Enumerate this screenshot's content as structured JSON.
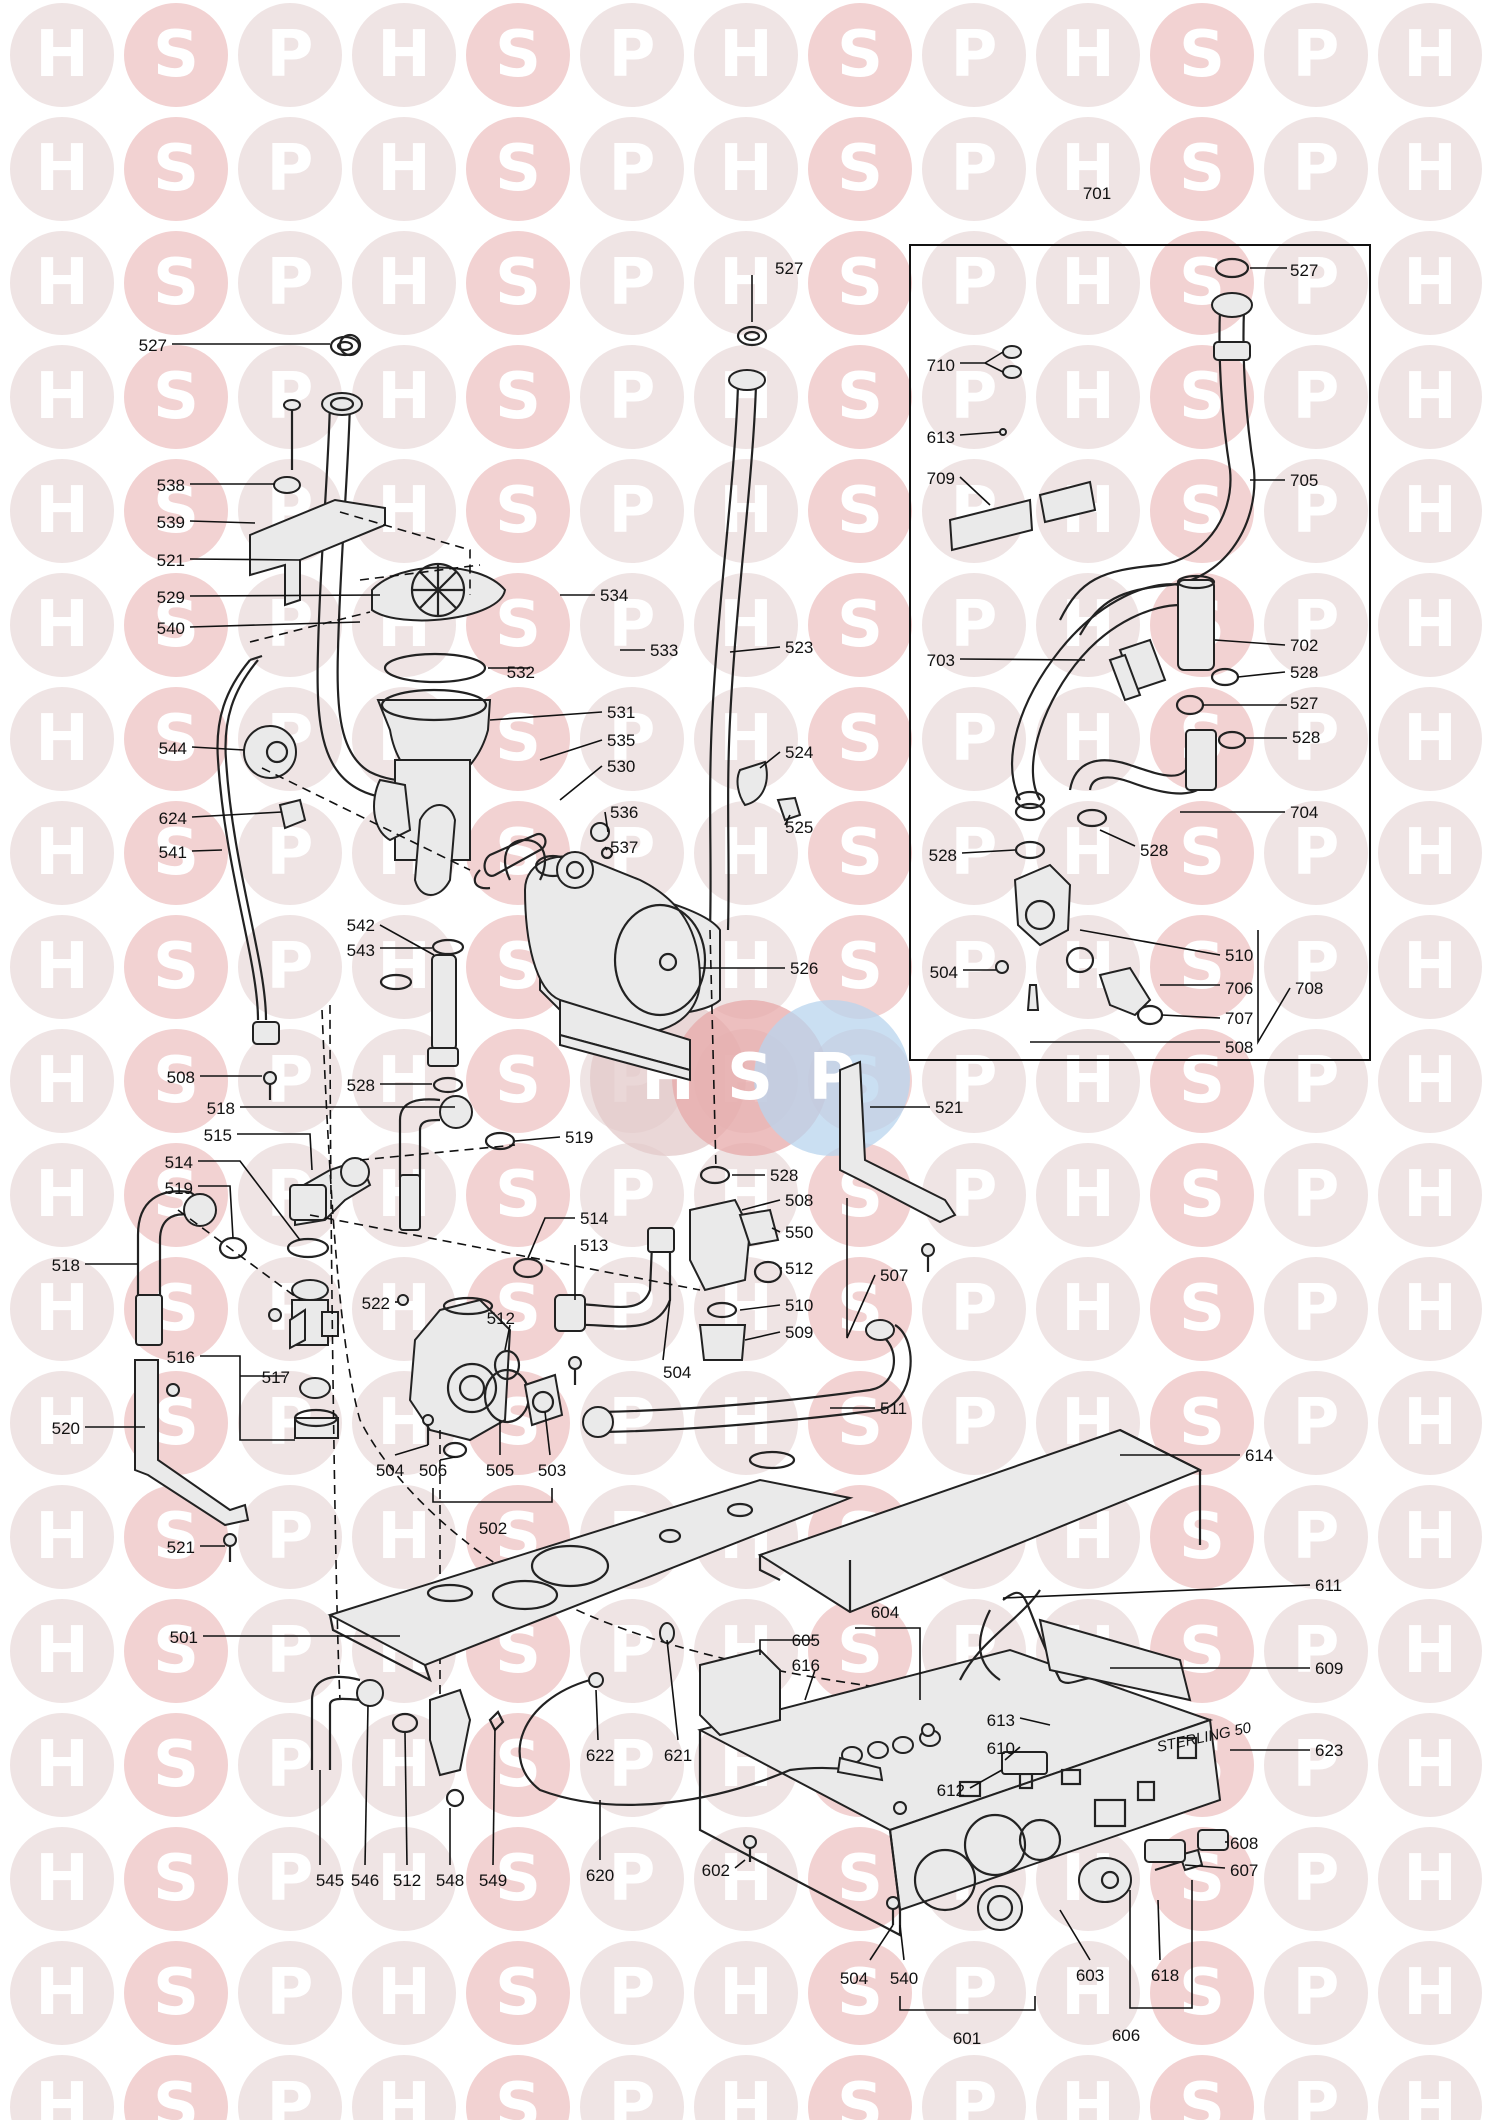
{
  "watermark": {
    "letters": [
      "H",
      "S",
      "P"
    ],
    "colors": {
      "H": "#efe4e4",
      "S": "#f2d2d2",
      "P": "#efe4e4"
    },
    "center_colors": {
      "H": "#e3c9c9",
      "S": "#e7a9a9",
      "P": "#b8d4ee"
    }
  },
  "assembly": {
    "code": "701",
    "appliance_brand": "STERLING 50"
  },
  "labels": {
    "l501": "501",
    "l502": "502",
    "l503": "503",
    "l504a": "504",
    "l504b": "504",
    "l504c": "504",
    "l504d": "504",
    "l505": "505",
    "l506": "506",
    "l507": "507",
    "l508a": "508",
    "l508b": "508",
    "l508c": "508",
    "l509": "509",
    "l510a": "510",
    "l510b": "510",
    "l511": "511",
    "l512a": "512",
    "l512b": "512",
    "l512c": "512",
    "l513": "513",
    "l514a": "514",
    "l514b": "514",
    "l515": "515",
    "l516": "516",
    "l517": "517",
    "l518a": "518",
    "l518b": "518",
    "l519a": "519",
    "l519b": "519",
    "l520": "520",
    "l521a": "521",
    "l521b": "521",
    "l521c": "521",
    "l522": "522",
    "l523": "523",
    "l524": "524",
    "l525": "525",
    "l526": "526",
    "l527a": "527",
    "l527b": "527",
    "l527c": "527",
    "l527d": "527",
    "l528a": "528",
    "l528b": "528",
    "l528c": "528",
    "l528d": "528",
    "l528e": "528",
    "l528f": "528",
    "l529": "529",
    "l530": "530",
    "l531": "531",
    "l532": "532",
    "l533": "533",
    "l534": "534",
    "l535": "535",
    "l536": "536",
    "l537": "537",
    "l538": "538",
    "l539": "539",
    "l540a": "540",
    "l540b": "540",
    "l541": "541",
    "l542": "542",
    "l543": "543",
    "l544": "544",
    "l545": "545",
    "l546": "546",
    "l548": "548",
    "l549": "549",
    "l550": "550",
    "l601": "601",
    "l602": "602",
    "l603": "603",
    "l604": "604",
    "l605": "605",
    "l606": "606",
    "l607": "607",
    "l608": "608",
    "l609": "609",
    "l610": "610",
    "l611": "611",
    "l612": "612",
    "l613a": "613",
    "l613b": "613",
    "l614": "614",
    "l616": "616",
    "l618": "618",
    "l620": "620",
    "l621": "621",
    "l622": "622",
    "l623": "623",
    "l624": "624",
    "l702": "702",
    "l703": "703",
    "l704": "704",
    "l705": "705",
    "l706": "706",
    "l707": "707",
    "l708": "708",
    "l709": "709",
    "l710": "710"
  }
}
